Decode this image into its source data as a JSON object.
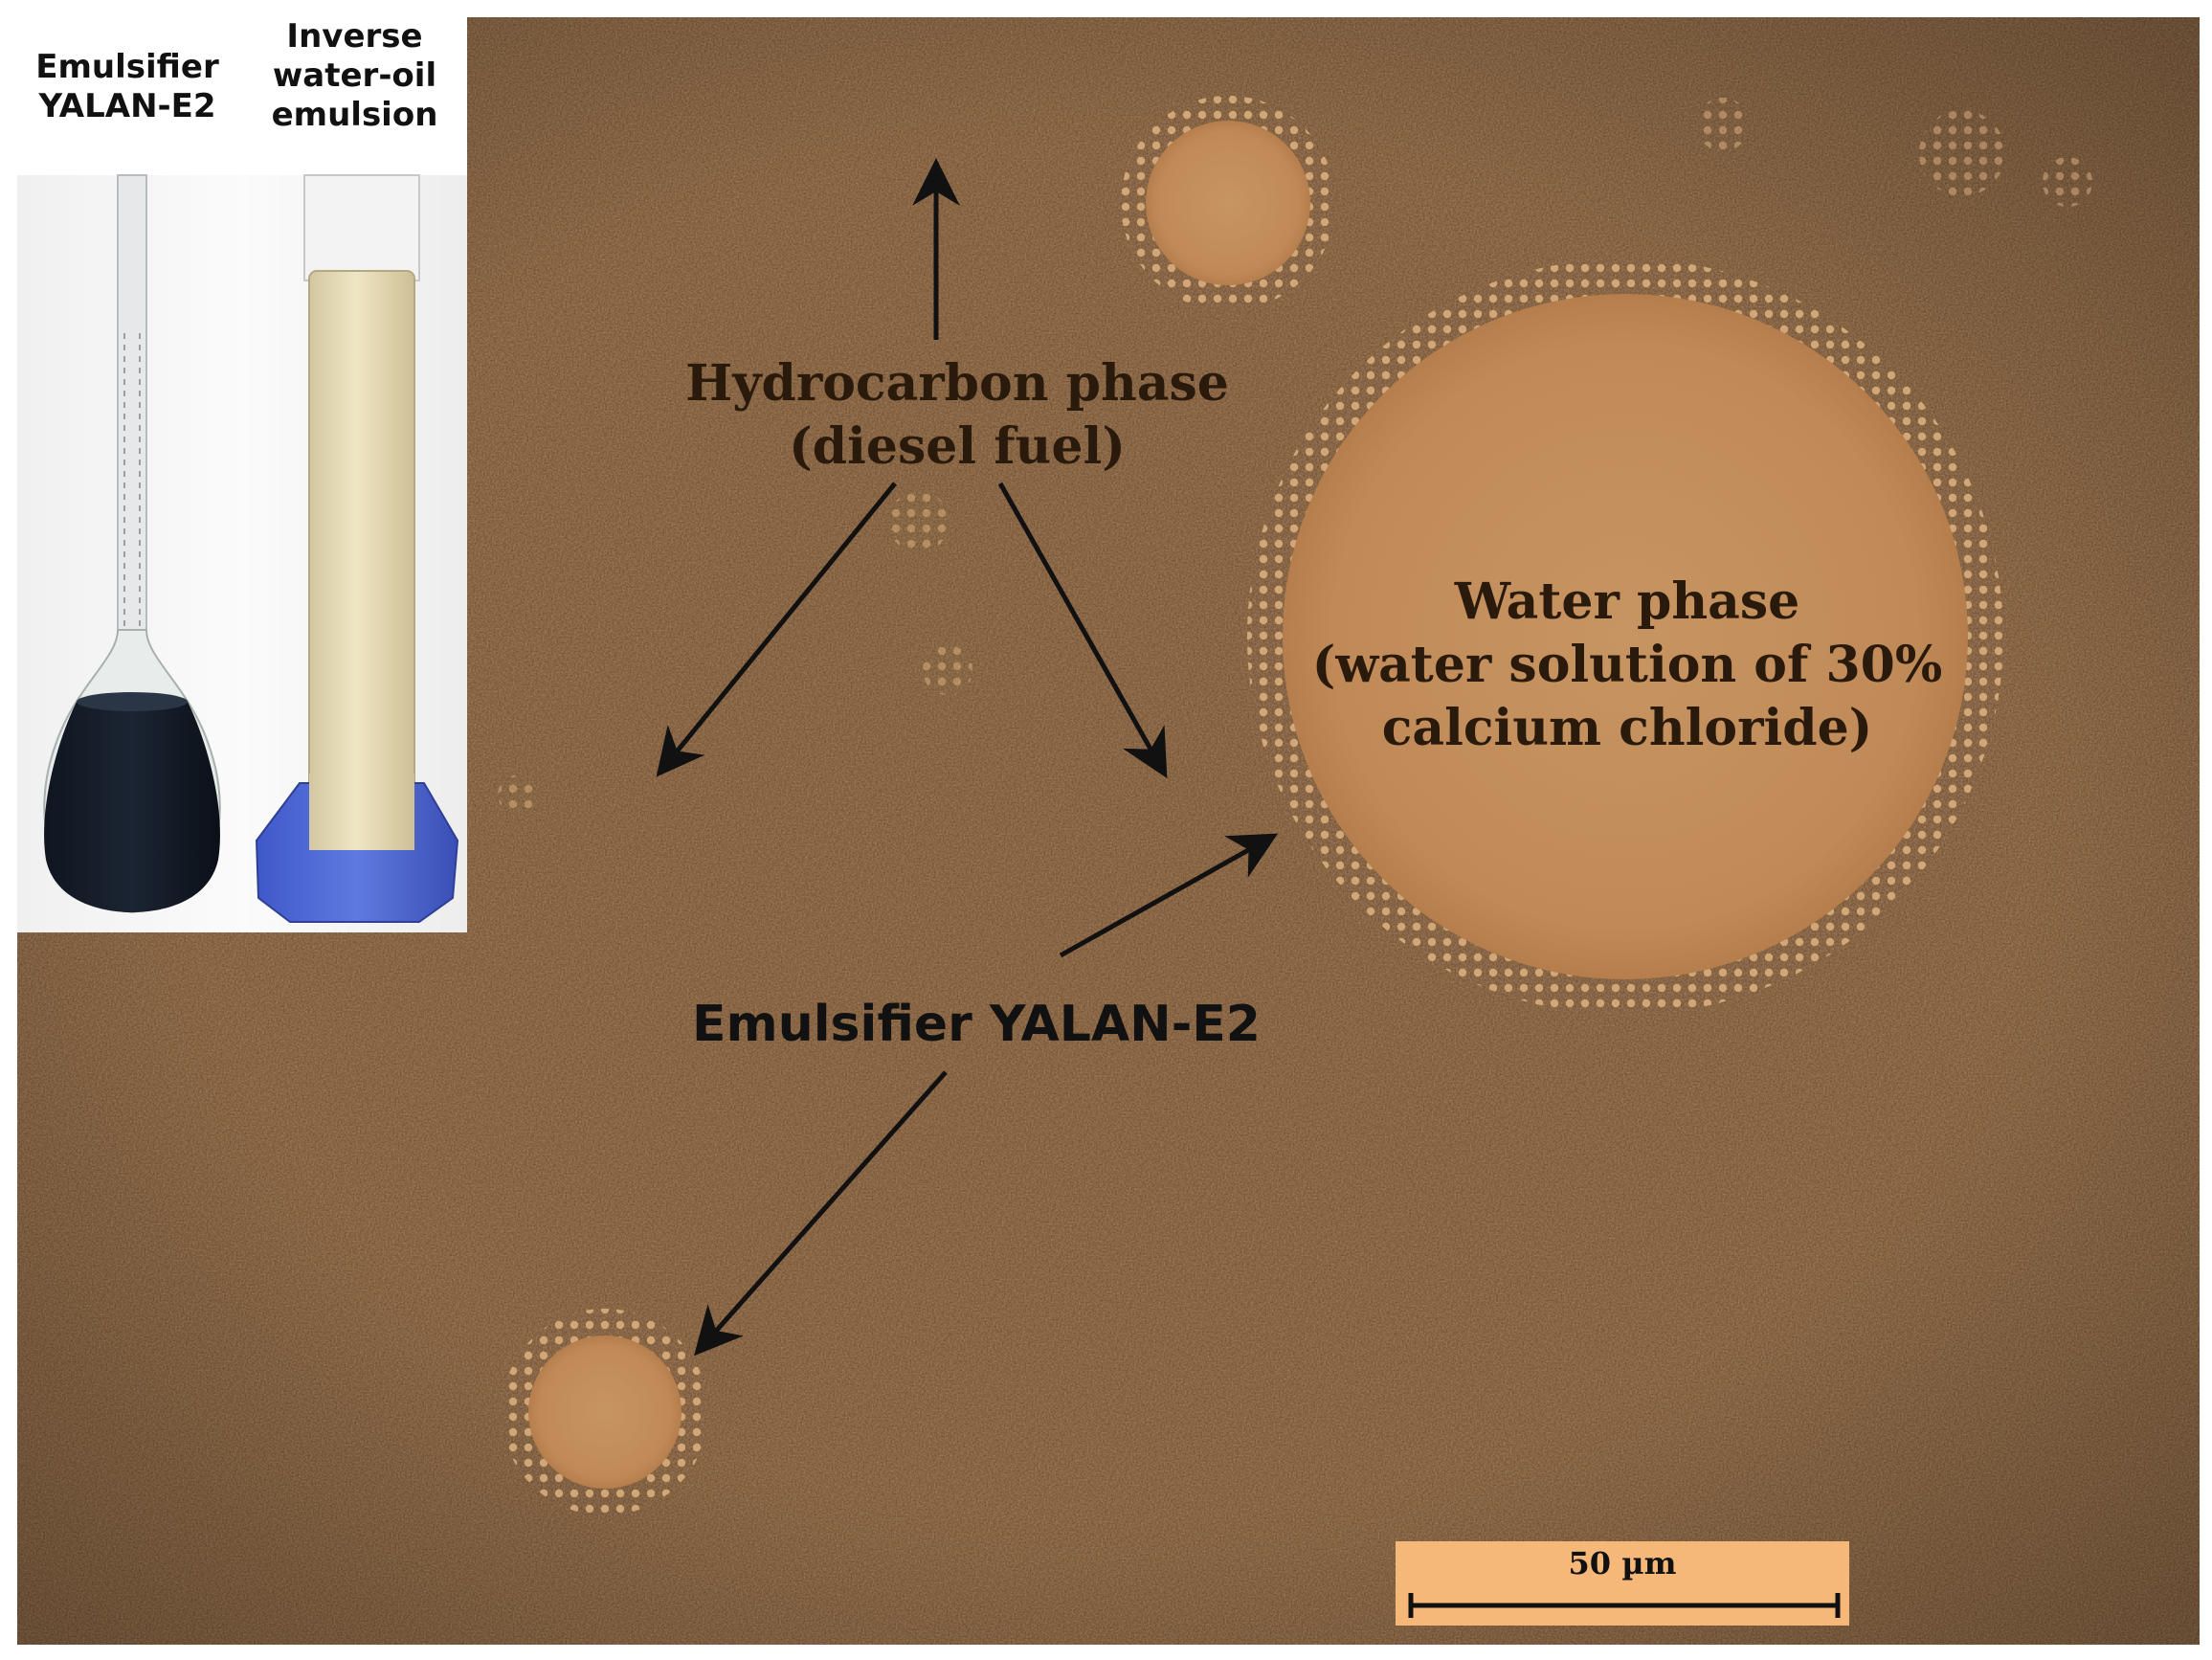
{
  "labels": {
    "hydrocarbon_title": "Hydrocarbon phase",
    "hydrocarbon_sub": "(diesel fuel)",
    "water_title": "Water phase",
    "water_sub_line1": "(water solution of 30%",
    "water_sub_line2": "calcium chloride)",
    "emulsifier": "Emulsifier YALAN-E2"
  },
  "scale_bar": {
    "label": "50 µm"
  },
  "inset": {
    "left_caption_line1": "Emulsifier",
    "left_caption_line2": "YALAN-E2",
    "right_caption_line1": "Inverse",
    "right_caption_line2": "water-oil",
    "right_caption_line3": "emulsion"
  },
  "colors": {
    "background_oil": "#6e4a2a",
    "droplet_fill": "#c8935f",
    "droplet_rim": "#e0b080",
    "scale_bar_box": "#f5b878",
    "arrow": "#111111"
  }
}
